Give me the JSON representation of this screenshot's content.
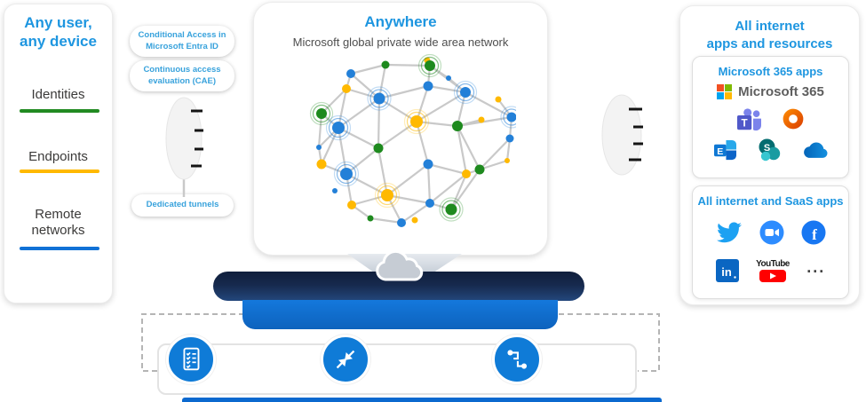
{
  "colors": {
    "heading_blue": "#1e96e0",
    "pill_text_blue": "#38a2dc",
    "text_dark": "#3b3a39",
    "subtitle_gray": "#4e4e4e",
    "underline_green": "#218a21",
    "underline_amber": "#ffb900",
    "underline_blue": "#1071d6",
    "node_green": "#1e8a1e",
    "node_blue": "#2380d8",
    "node_yellow": "#ffb900",
    "edge_gray": "#c9c9c9",
    "icon_circle_blue": "#0f7bd7",
    "bottom_strip_blue": "#0b69cf"
  },
  "left_card": {
    "title": "Any user,\nany device",
    "items": [
      {
        "label": "Identities",
        "underline": "#218a21"
      },
      {
        "label": "Endpoints",
        "underline": "#ffb900"
      },
      {
        "label": "Remote networks",
        "underline": "#1071d6"
      }
    ]
  },
  "pills": {
    "conditional_access": "Conditional Access in Microsoft Entra ID",
    "cae": "Continuous access evaluation (CAE)",
    "dedicated_tunnels": "Dedicated tunnels"
  },
  "center_card": {
    "title": "Anywhere",
    "subtitle": "Microsoft global private wide area network"
  },
  "right_card": {
    "title": "All internet\napps and resources",
    "m365": {
      "title": "Microsoft 365 apps",
      "logo_label": "Microsoft 365"
    },
    "saas": {
      "title": "All internet and SaaS apps",
      "youtube_label": "YouTube",
      "more_label": "..."
    }
  }
}
